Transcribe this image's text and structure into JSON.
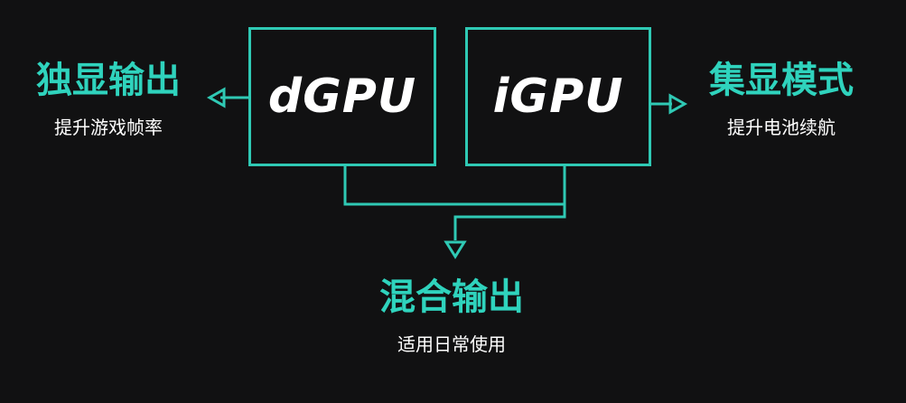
{
  "accent_color": "#2fc9b4",
  "background_color": "#111112",
  "gpus": {
    "dgpu": {
      "label": "dGPU"
    },
    "igpu": {
      "label": "iGPU"
    }
  },
  "modes": {
    "left": {
      "title": "独显输出",
      "subtitle": "提升游戏帧率"
    },
    "right": {
      "title": "集显模式",
      "subtitle": "提升电池续航"
    },
    "bottom": {
      "title": "混合输出",
      "subtitle": "适用日常使用"
    }
  }
}
